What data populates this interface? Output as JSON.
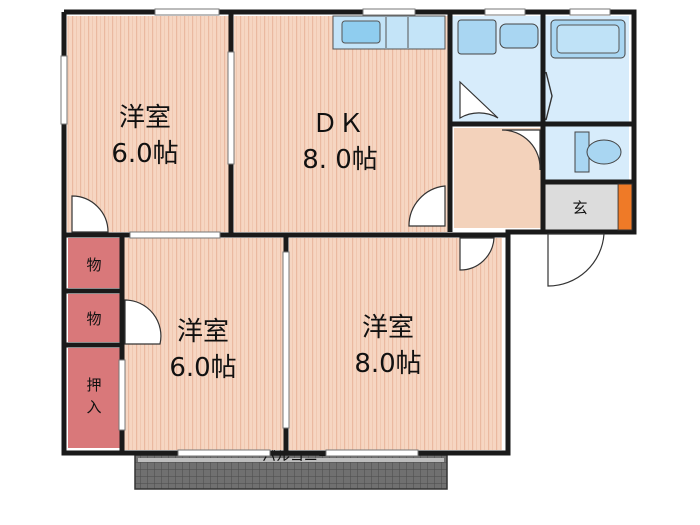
{
  "colors": {
    "wall": "#1a1a1a",
    "floor": "#f6d6c2",
    "floor_stripe": "#eab9a0",
    "wet_area": "#d7ecfb",
    "fixture": "#a9d6f2",
    "storage": "#d9787a",
    "genkan": "#dcdcdc",
    "balcony": "#6d6d6d",
    "door_accent": "#ef7a27"
  },
  "rooms": {
    "room_nw": {
      "name": "洋室",
      "size": "6.0帖"
    },
    "dk": {
      "name": "ＤＫ",
      "size": "8. 0帖"
    },
    "room_sw": {
      "name": "洋室",
      "size": "6.0帖"
    },
    "room_se": {
      "name": "洋室",
      "size": "8.0帖"
    }
  },
  "storage": {
    "closet_1": "物",
    "closet_2": "物",
    "oshiire": "押入"
  },
  "genkan": "玄",
  "balcony": "バルコニー"
}
